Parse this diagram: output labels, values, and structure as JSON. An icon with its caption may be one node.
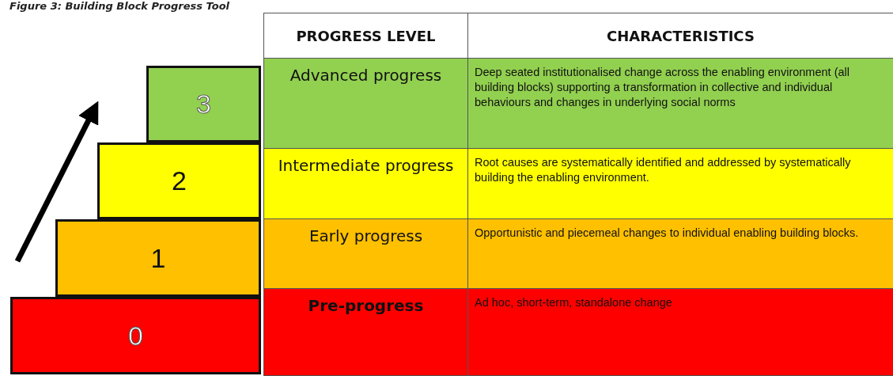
{
  "diagram": {
    "title": "Figure 3: Building Block Progress Tool",
    "nodes": [
      {
        "text": [
          "3"
        ]
      },
      {
        "text": [
          "2"
        ]
      },
      {
        "text": [
          "1"
        ]
      },
      {
        "text": [
          "0"
        ]
      }
    ],
    "labels": [
      "PROGRESS LEVEL",
      "CHARACTERISTICS",
      "Advanced progress",
      "Deep seated institutionalised change across the enabling environment (all building blocks) supporting a transformation in collective and individual behaviours and changes in underlying social norms",
      "Intermediate progress",
      "Root causes are systematically identified and addressed by systematically building the enabling environment.",
      "Early progress",
      "Opportunistic and piecemeal changes to individual enabling building blocks.",
      "Pre-progress",
      "Ad hoc, short-term, standalone change"
    ]
  }
}
